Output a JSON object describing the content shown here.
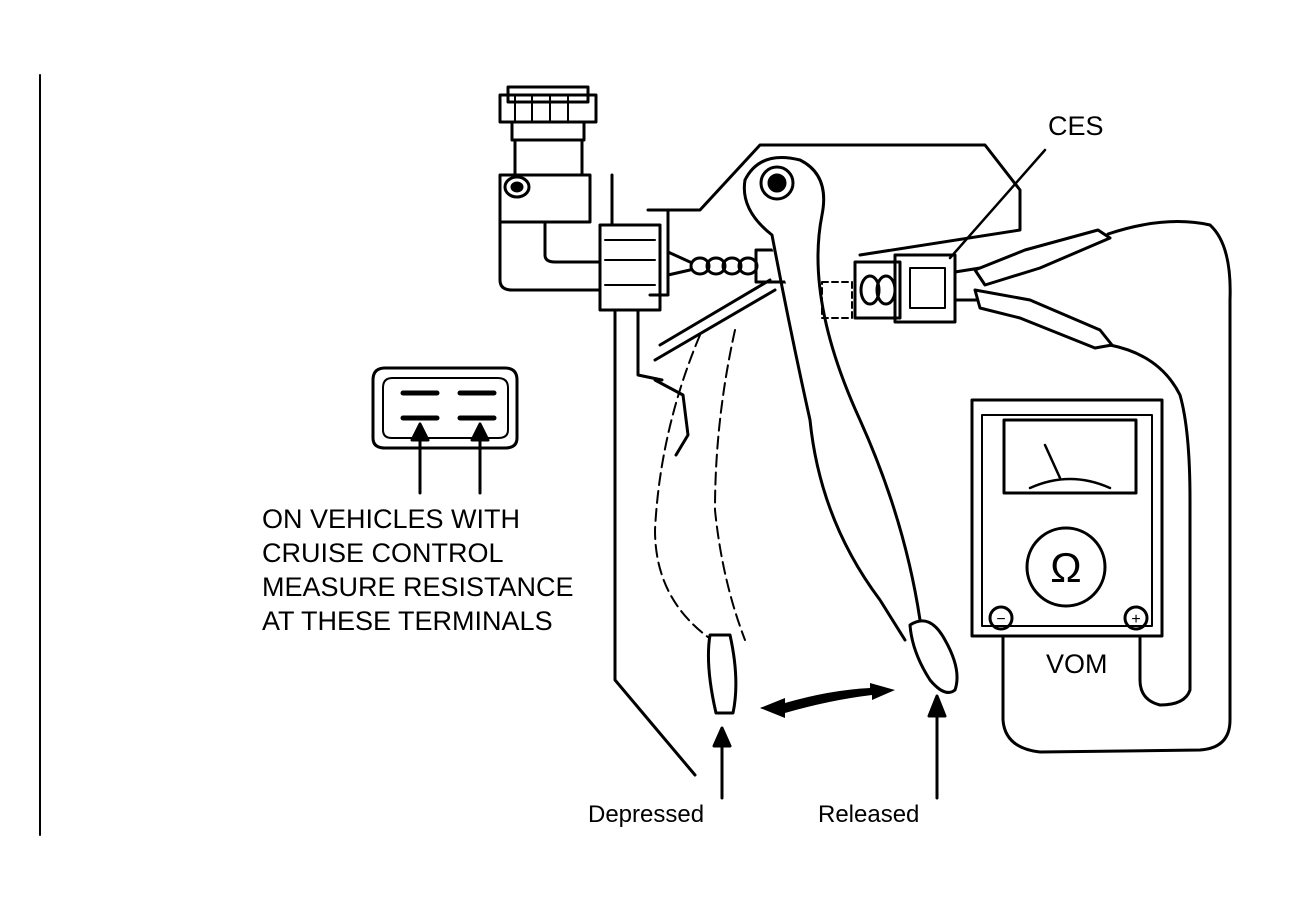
{
  "labels": {
    "ces": "CES",
    "vom": "VOM",
    "depressed": "Depressed",
    "released": "Released",
    "meter_symbol": "Ω",
    "minus": "−",
    "plus": "+"
  },
  "note_lines": [
    "ON VEHICLES WITH",
    "CRUISE CONTROL",
    "MEASURE RESISTANCE",
    "AT THESE TERMINALS"
  ]
}
